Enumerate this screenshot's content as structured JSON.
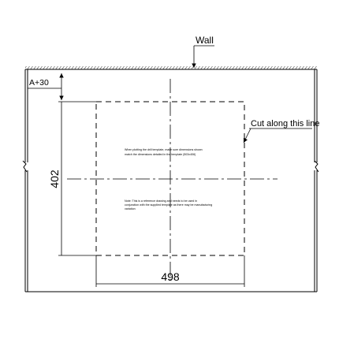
{
  "labels": {
    "wall": "Wall",
    "offset": "A+30",
    "cut_line": "Cut along this line",
    "height_dim": "402",
    "width_dim": "498"
  },
  "notes": {
    "plotting_line1": "When plotting the drill template, make sure dimensions shown",
    "plotting_line2": "match the dimensions detailed in the template (503x406)",
    "reference_line1": "Note: This is a reference drawing and needs to be used in",
    "reference_line2": "conjunction with the supplied template as there may be manufacturing",
    "reference_line3": "variation"
  },
  "colors": {
    "line": "#000000",
    "background": "#ffffff"
  }
}
